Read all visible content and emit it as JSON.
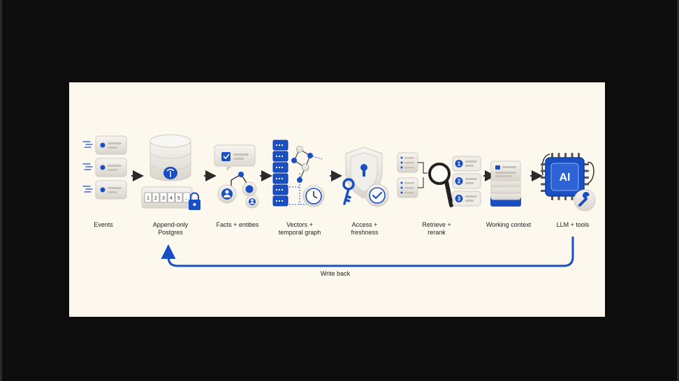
{
  "colors": {
    "background": "#0d0d0d",
    "canvas": "#fdf8ee",
    "accent_blue": "#1a4fc4",
    "card": "#eeebe5",
    "text": "#222222"
  },
  "stages": [
    {
      "id": "events",
      "lines": [
        "Events"
      ],
      "icon": "event-cards-icon"
    },
    {
      "id": "postgres",
      "lines": [
        "Append-only",
        "Postgres"
      ],
      "icon": "postgres-database-icon",
      "log_cells": [
        "1",
        "2",
        "3",
        "4",
        "5",
        "..."
      ]
    },
    {
      "id": "facts",
      "lines": [
        "Facts + entities"
      ],
      "icon": "entity-graph-icon"
    },
    {
      "id": "vectors",
      "lines": [
        "Vectors +",
        "temporal graph"
      ],
      "icon": "vector-graph-icon"
    },
    {
      "id": "access",
      "lines": [
        "Access +",
        "freshness"
      ],
      "icon": "shield-key-icon"
    },
    {
      "id": "retrieve",
      "lines": [
        "Retrieve +",
        "rerank"
      ],
      "icon": "magnifier-rank-icon",
      "ranks": [
        "1",
        "2",
        "3"
      ]
    },
    {
      "id": "context",
      "lines": [
        "Working context"
      ],
      "icon": "context-stack-icon"
    },
    {
      "id": "llm",
      "lines": [
        "LLM + tools"
      ],
      "icon": "ai-chip-icon",
      "chip_text": "AI"
    }
  ],
  "write_back_label": "Write back"
}
